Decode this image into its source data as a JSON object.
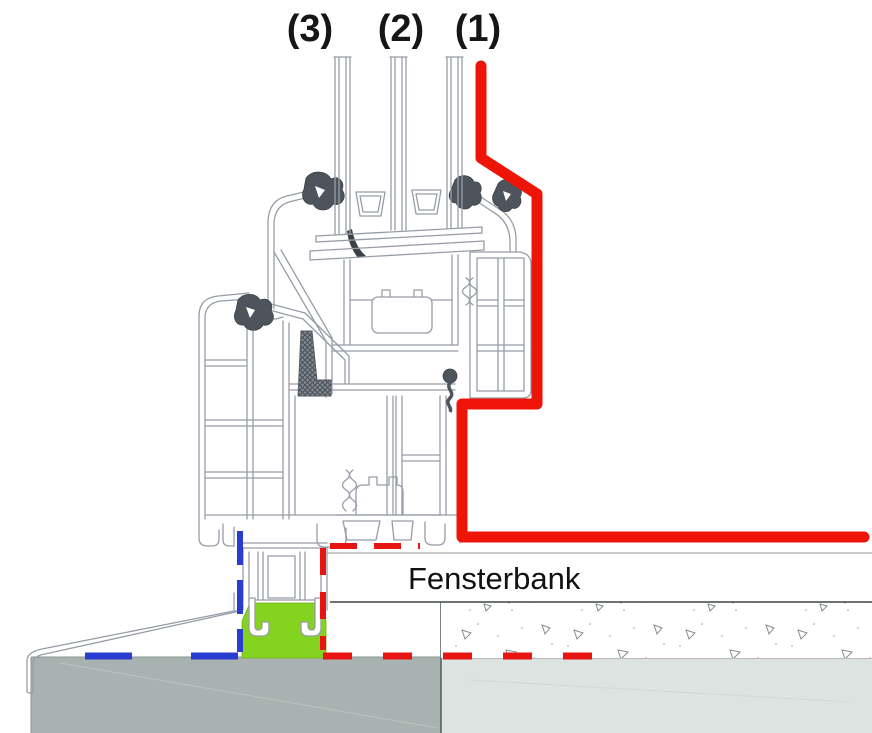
{
  "labels": {
    "plane3": "(3)",
    "plane2": "(2)",
    "plane1": "(1)"
  },
  "sill": {
    "label": "Fensterbank"
  },
  "colors": {
    "outer_seal_red": "#ee1508",
    "middle_seal_red": "#e81414",
    "inner_seal_blue": "#2b3cd0",
    "mounting_foam_green": "#84d31f",
    "slab_left_gray": "#a8b2b0",
    "slab_right_gray": "#dce3e0",
    "linework_gray": "#979da7",
    "gasket_dark": "#4e545c"
  }
}
